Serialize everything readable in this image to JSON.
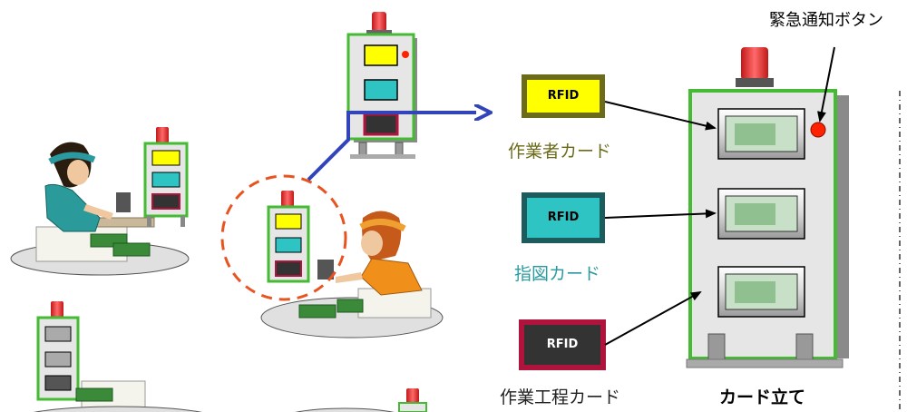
{
  "labels": {
    "emergency_button": "緊急通知ボタン",
    "card_stand": "カード立て"
  },
  "cards": [
    {
      "id": "worker",
      "chip_text": "RFID",
      "name": "作業者カード",
      "fill": "#ffff00",
      "border": "#6b6b1a",
      "chip_text_color": "#000000",
      "name_color": "#6b6b1a"
    },
    {
      "id": "instruction",
      "chip_text": "RFID",
      "name": "指図カード",
      "fill": "#2ec4c4",
      "border": "#1d5c5c",
      "chip_text_color": "#000000",
      "name_color": "#2a9aa0"
    },
    {
      "id": "process",
      "chip_text": "RFID",
      "name": "作業工程カード",
      "fill": "#333333",
      "border": "#b0143c",
      "chip_text_color": "#ffffff",
      "name_color": "#222222"
    }
  ],
  "colors": {
    "stand_frame": "#44bb33",
    "stand_body": "#e6e6e6",
    "stand_shadow": "#8a8a8a",
    "lamp": "#e83a3a",
    "emergency": "#ff2200",
    "arrow_blue": "#3344bb",
    "highlight_circle": "#e85420"
  }
}
